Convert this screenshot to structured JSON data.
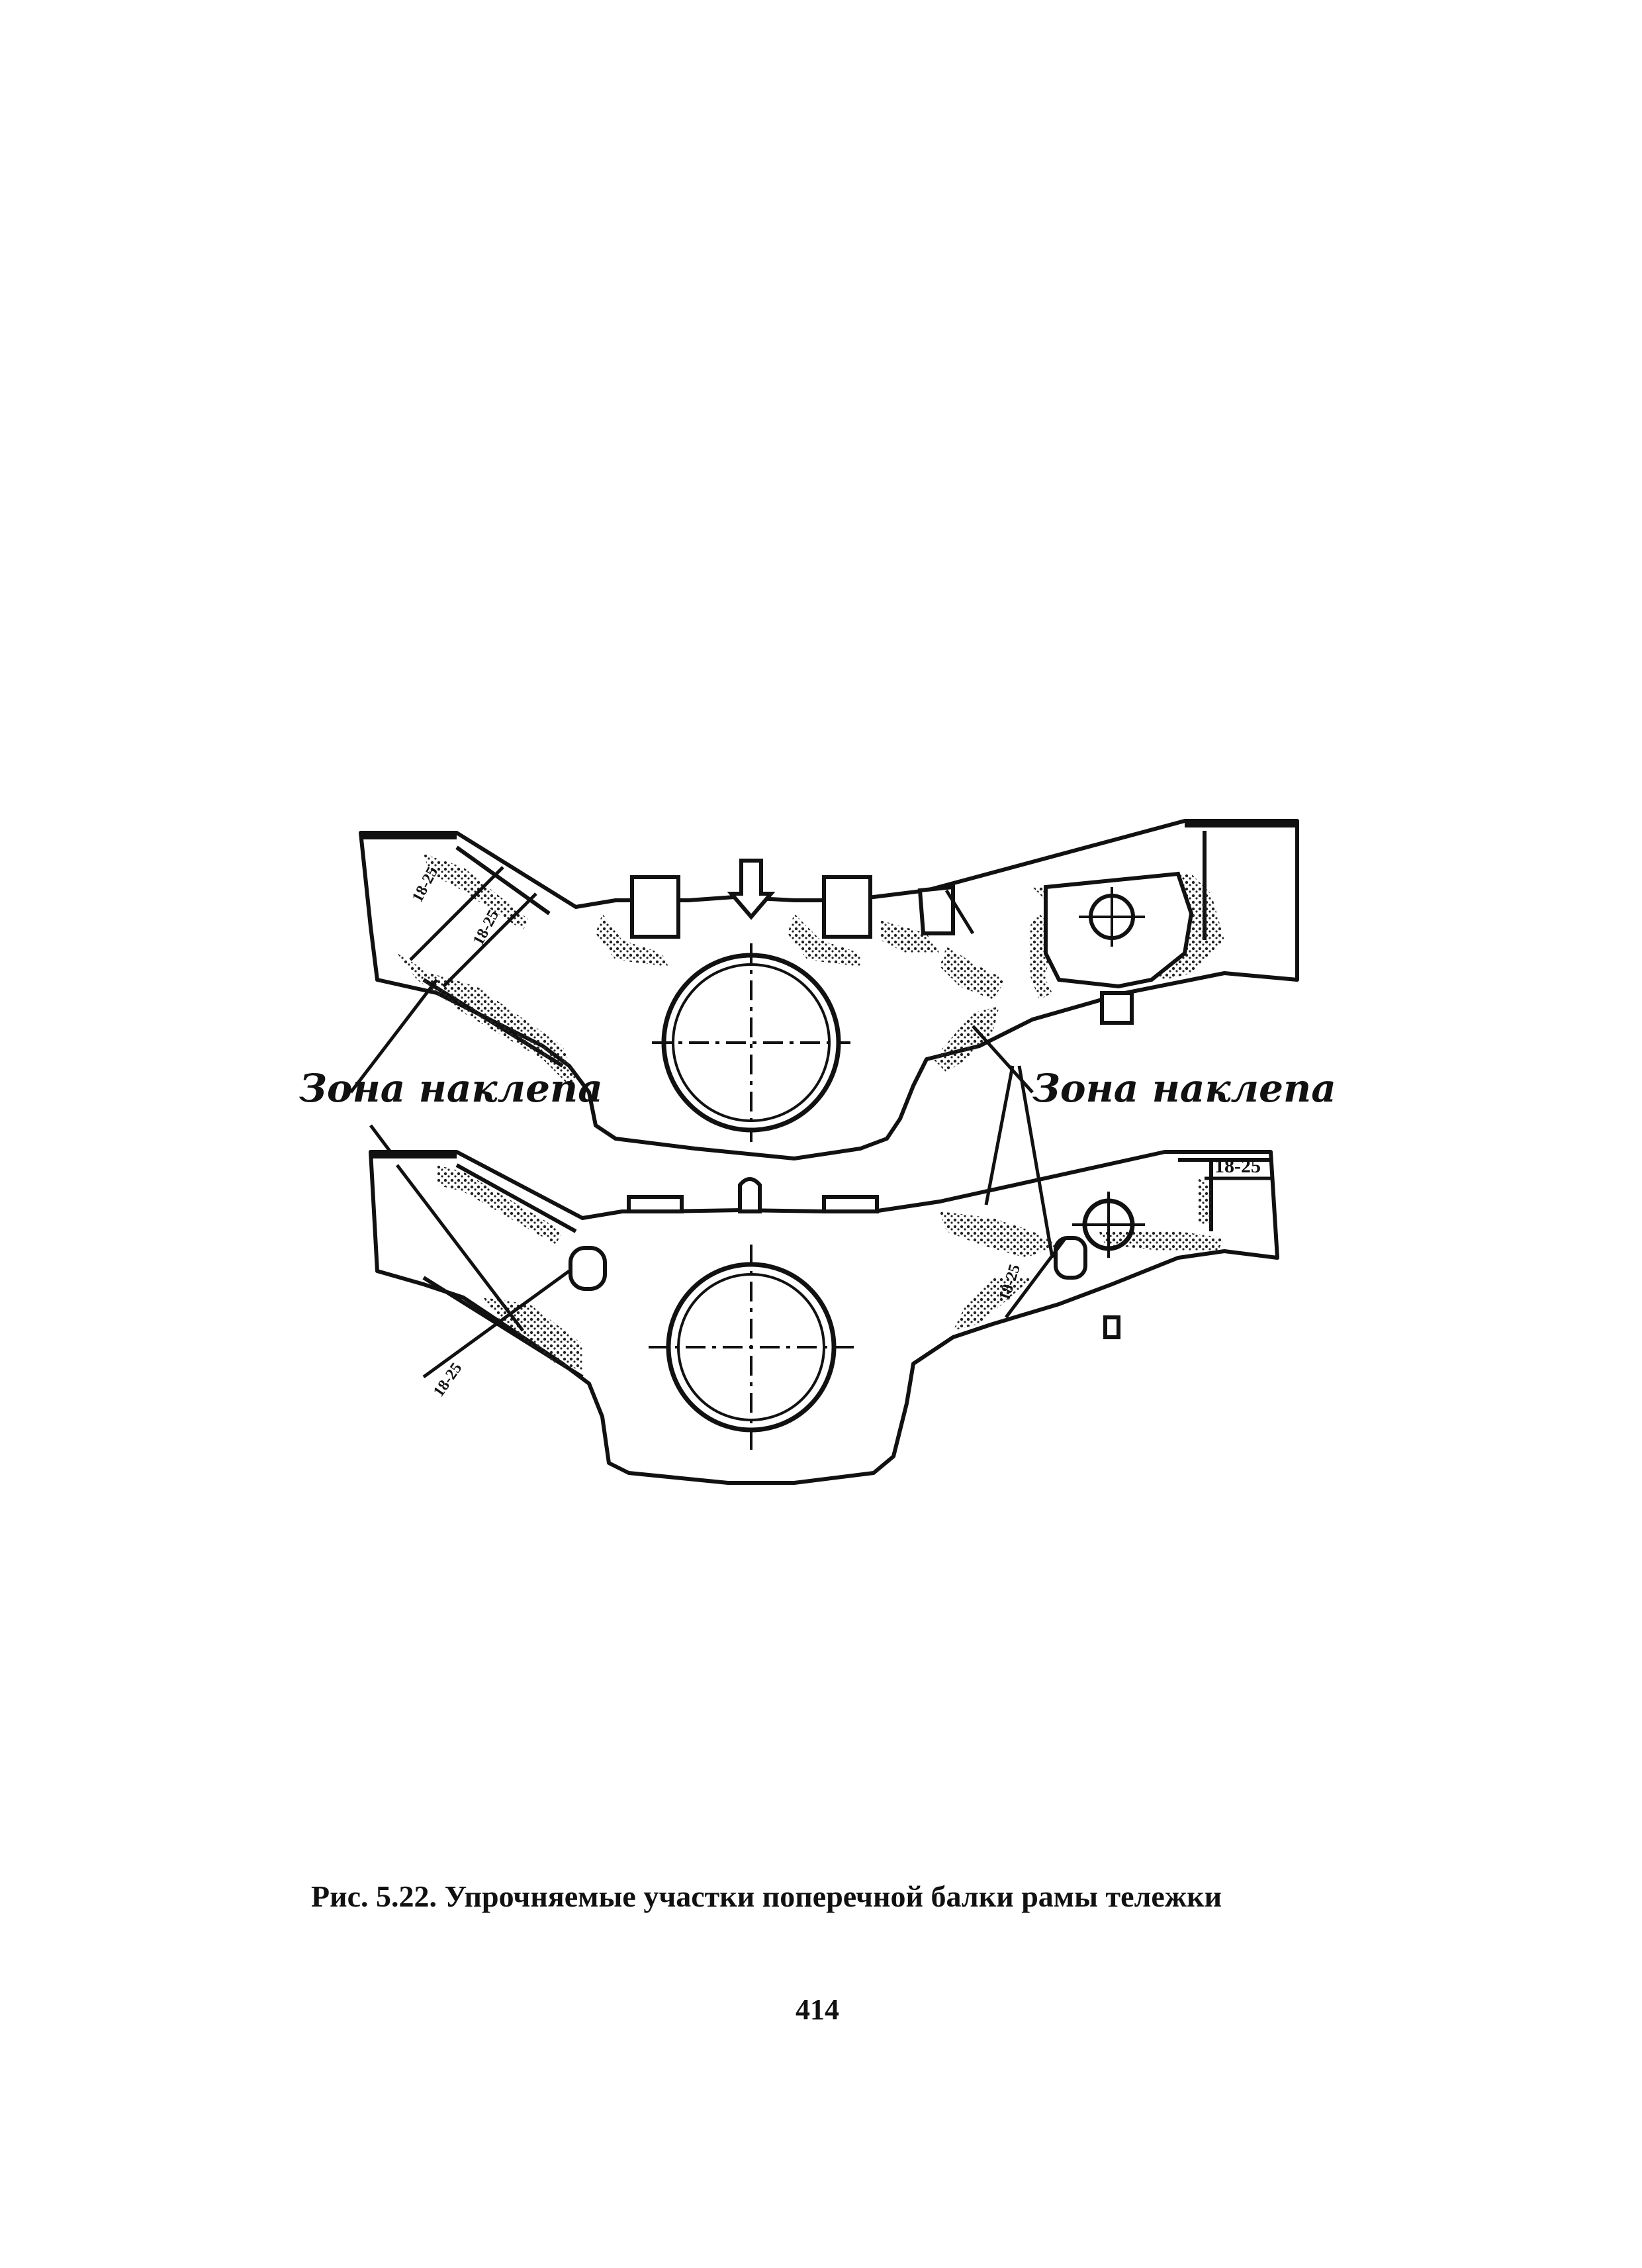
{
  "figure": {
    "zone_label_left": "Зона наклепа",
    "zone_label_right": "Зона наклепа",
    "dim_labels": {
      "top_left_a": "18-25",
      "top_left_b": "18-25",
      "bottom_right_top": "18-25",
      "bottom_right_side": "18-25",
      "bottom_left": "18-25"
    }
  },
  "caption": "Рис. 5.22. Упрочняемые участки поперечной балки рамы тележки",
  "page_number": "414"
}
